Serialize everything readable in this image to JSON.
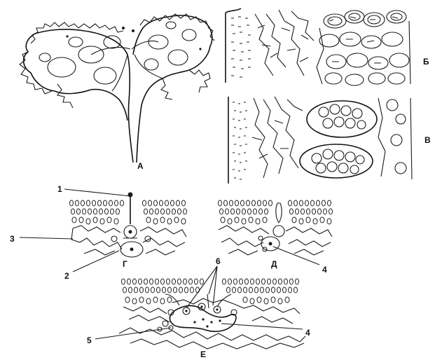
{
  "panels": {
    "a": "А",
    "b": "Б",
    "v": "В",
    "g": "Г",
    "d": "Д",
    "e": "Е"
  },
  "numbers": {
    "n1": "1",
    "n2": "2",
    "n3": "3",
    "n4a": "4",
    "n4b": "4",
    "n5": "5",
    "n6": "6"
  },
  "colors": {
    "ink": "#1a1a1a",
    "paper": "#ffffff"
  }
}
